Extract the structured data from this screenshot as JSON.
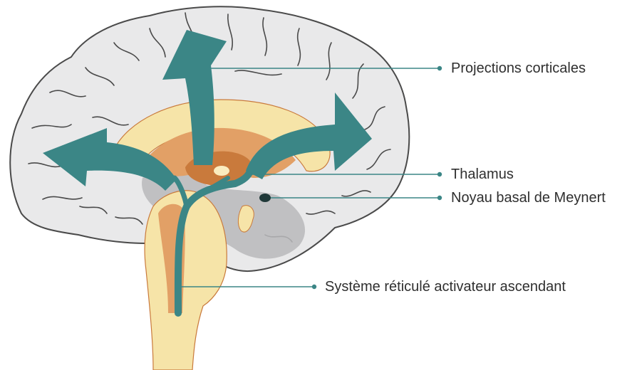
{
  "labels": {
    "projections": "Projections corticales",
    "thalamus": "Thalamus",
    "meynert": "Noyau basal de Meynert",
    "reticular": "Système réticulé activateur ascendant"
  },
  "colors": {
    "cortex_fill": "#e9e9ea",
    "cortex_outline": "#4a4a4a",
    "gray_matter": "#b9b9bb",
    "pale_yellow": "#f6e4a8",
    "cream": "#faecbf",
    "orange": "#e2a066",
    "dark_orange": "#c97a3c",
    "teal": "#3b8686",
    "leader_line": "#3b8686",
    "dot_dark": "#1f3838"
  }
}
